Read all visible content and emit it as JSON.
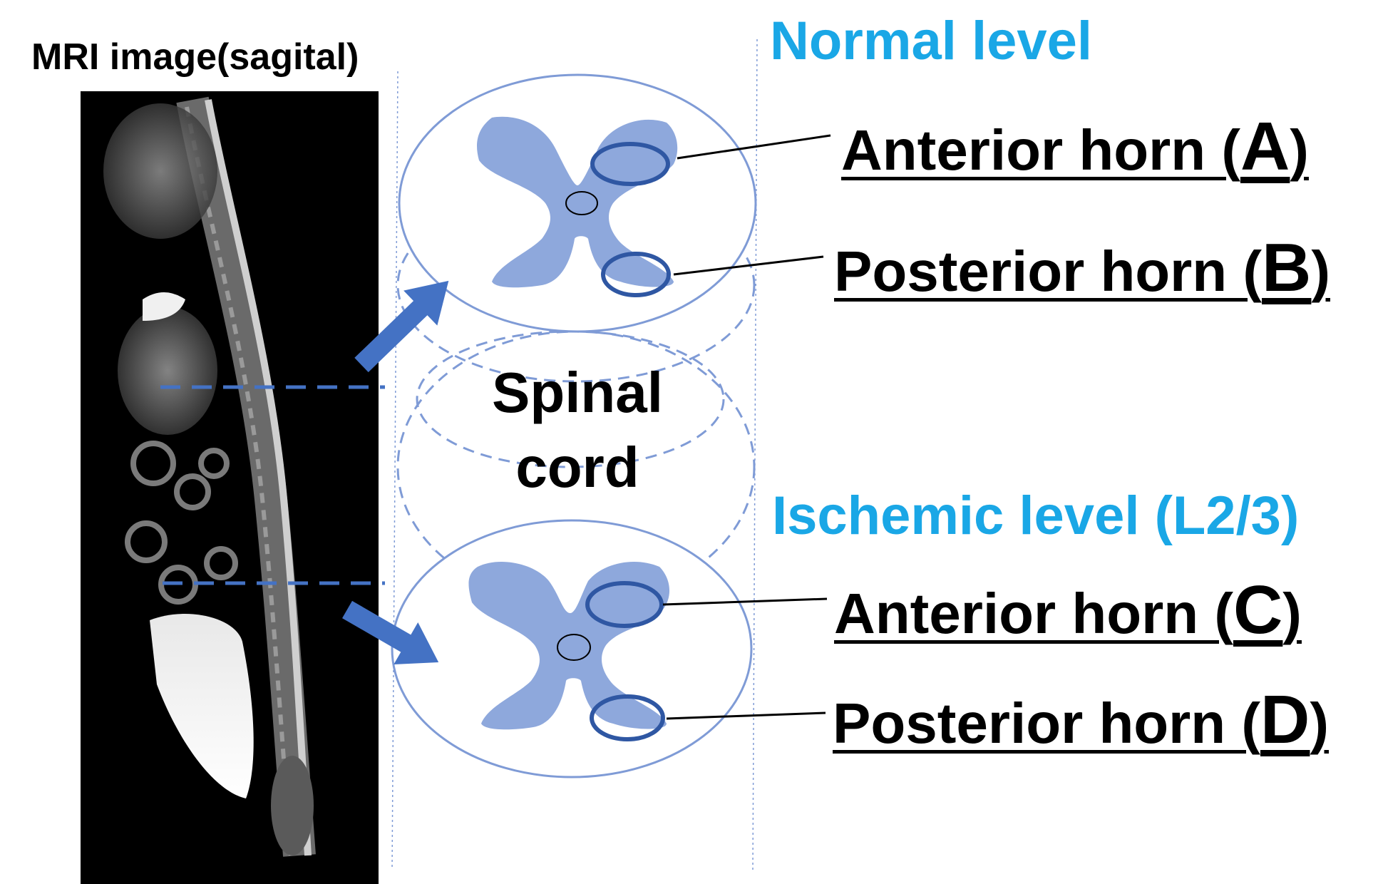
{
  "mri_title": "MRI image(sagital)",
  "normal_level": "Normal level",
  "ischemic_level": "Ischemic level (L2/3)",
  "spinal_cord": {
    "line1": "Spinal",
    "line2": "cord"
  },
  "horns": {
    "A": {
      "text": "Anterior horn  (",
      "letter": "A",
      "close": ")"
    },
    "B": {
      "text": "Posterior horn (",
      "letter": "B",
      "close": ")"
    },
    "C": {
      "text": "Anterior horn (",
      "letter": "C",
      "close": ")"
    },
    "D": {
      "text": "Posterior horn (",
      "letter": "D",
      "close": ")"
    }
  },
  "colors": {
    "level_title": "#1aa7e6",
    "gray_matter": "#8ea8dc",
    "outline": "#7f9bd6",
    "horn_ring": "#2f57a3",
    "arrow": "#4472c4",
    "mri_background": "#000000"
  }
}
